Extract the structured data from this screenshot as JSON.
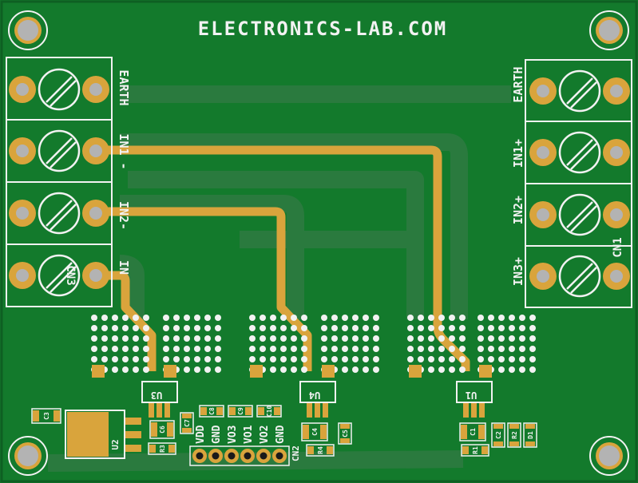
{
  "board": {
    "title": "ELECTRONICS-LAB.COM",
    "colors": {
      "pcb": "#137a2c",
      "trace_dim": "#2a7a3e",
      "copper": "#d9a43c",
      "silk": "#f2f2f2",
      "hole": "#b3b3b3",
      "ic_body": "#1a1a1a"
    }
  },
  "connectors": {
    "left": {
      "ref": "CN3",
      "pins": [
        "EARTH",
        "IN1-",
        "IN2-",
        "IN3-"
      ],
      "pin_labels_visible": [
        "EARTH",
        "IN1 -",
        "IN2-",
        "IN"
      ]
    },
    "right": {
      "ref": "CN1",
      "pins": [
        "EARTH",
        "IN1+",
        "IN2+",
        "IN3+"
      ]
    },
    "header": {
      "ref": "CN2",
      "pins": [
        "VDD",
        "GND",
        "VO3",
        "VO1",
        "VO2",
        "GND"
      ]
    }
  },
  "chips": [
    {
      "ref": "U3"
    },
    {
      "ref": "U4"
    },
    {
      "ref": "U1"
    },
    {
      "ref": "U2"
    }
  ],
  "passives": [
    "C3",
    "C6",
    "C7",
    "C8",
    "C9",
    "C10",
    "C4",
    "C5",
    "C1",
    "C2",
    "R3",
    "R4",
    "R1",
    "R2",
    "D1"
  ]
}
